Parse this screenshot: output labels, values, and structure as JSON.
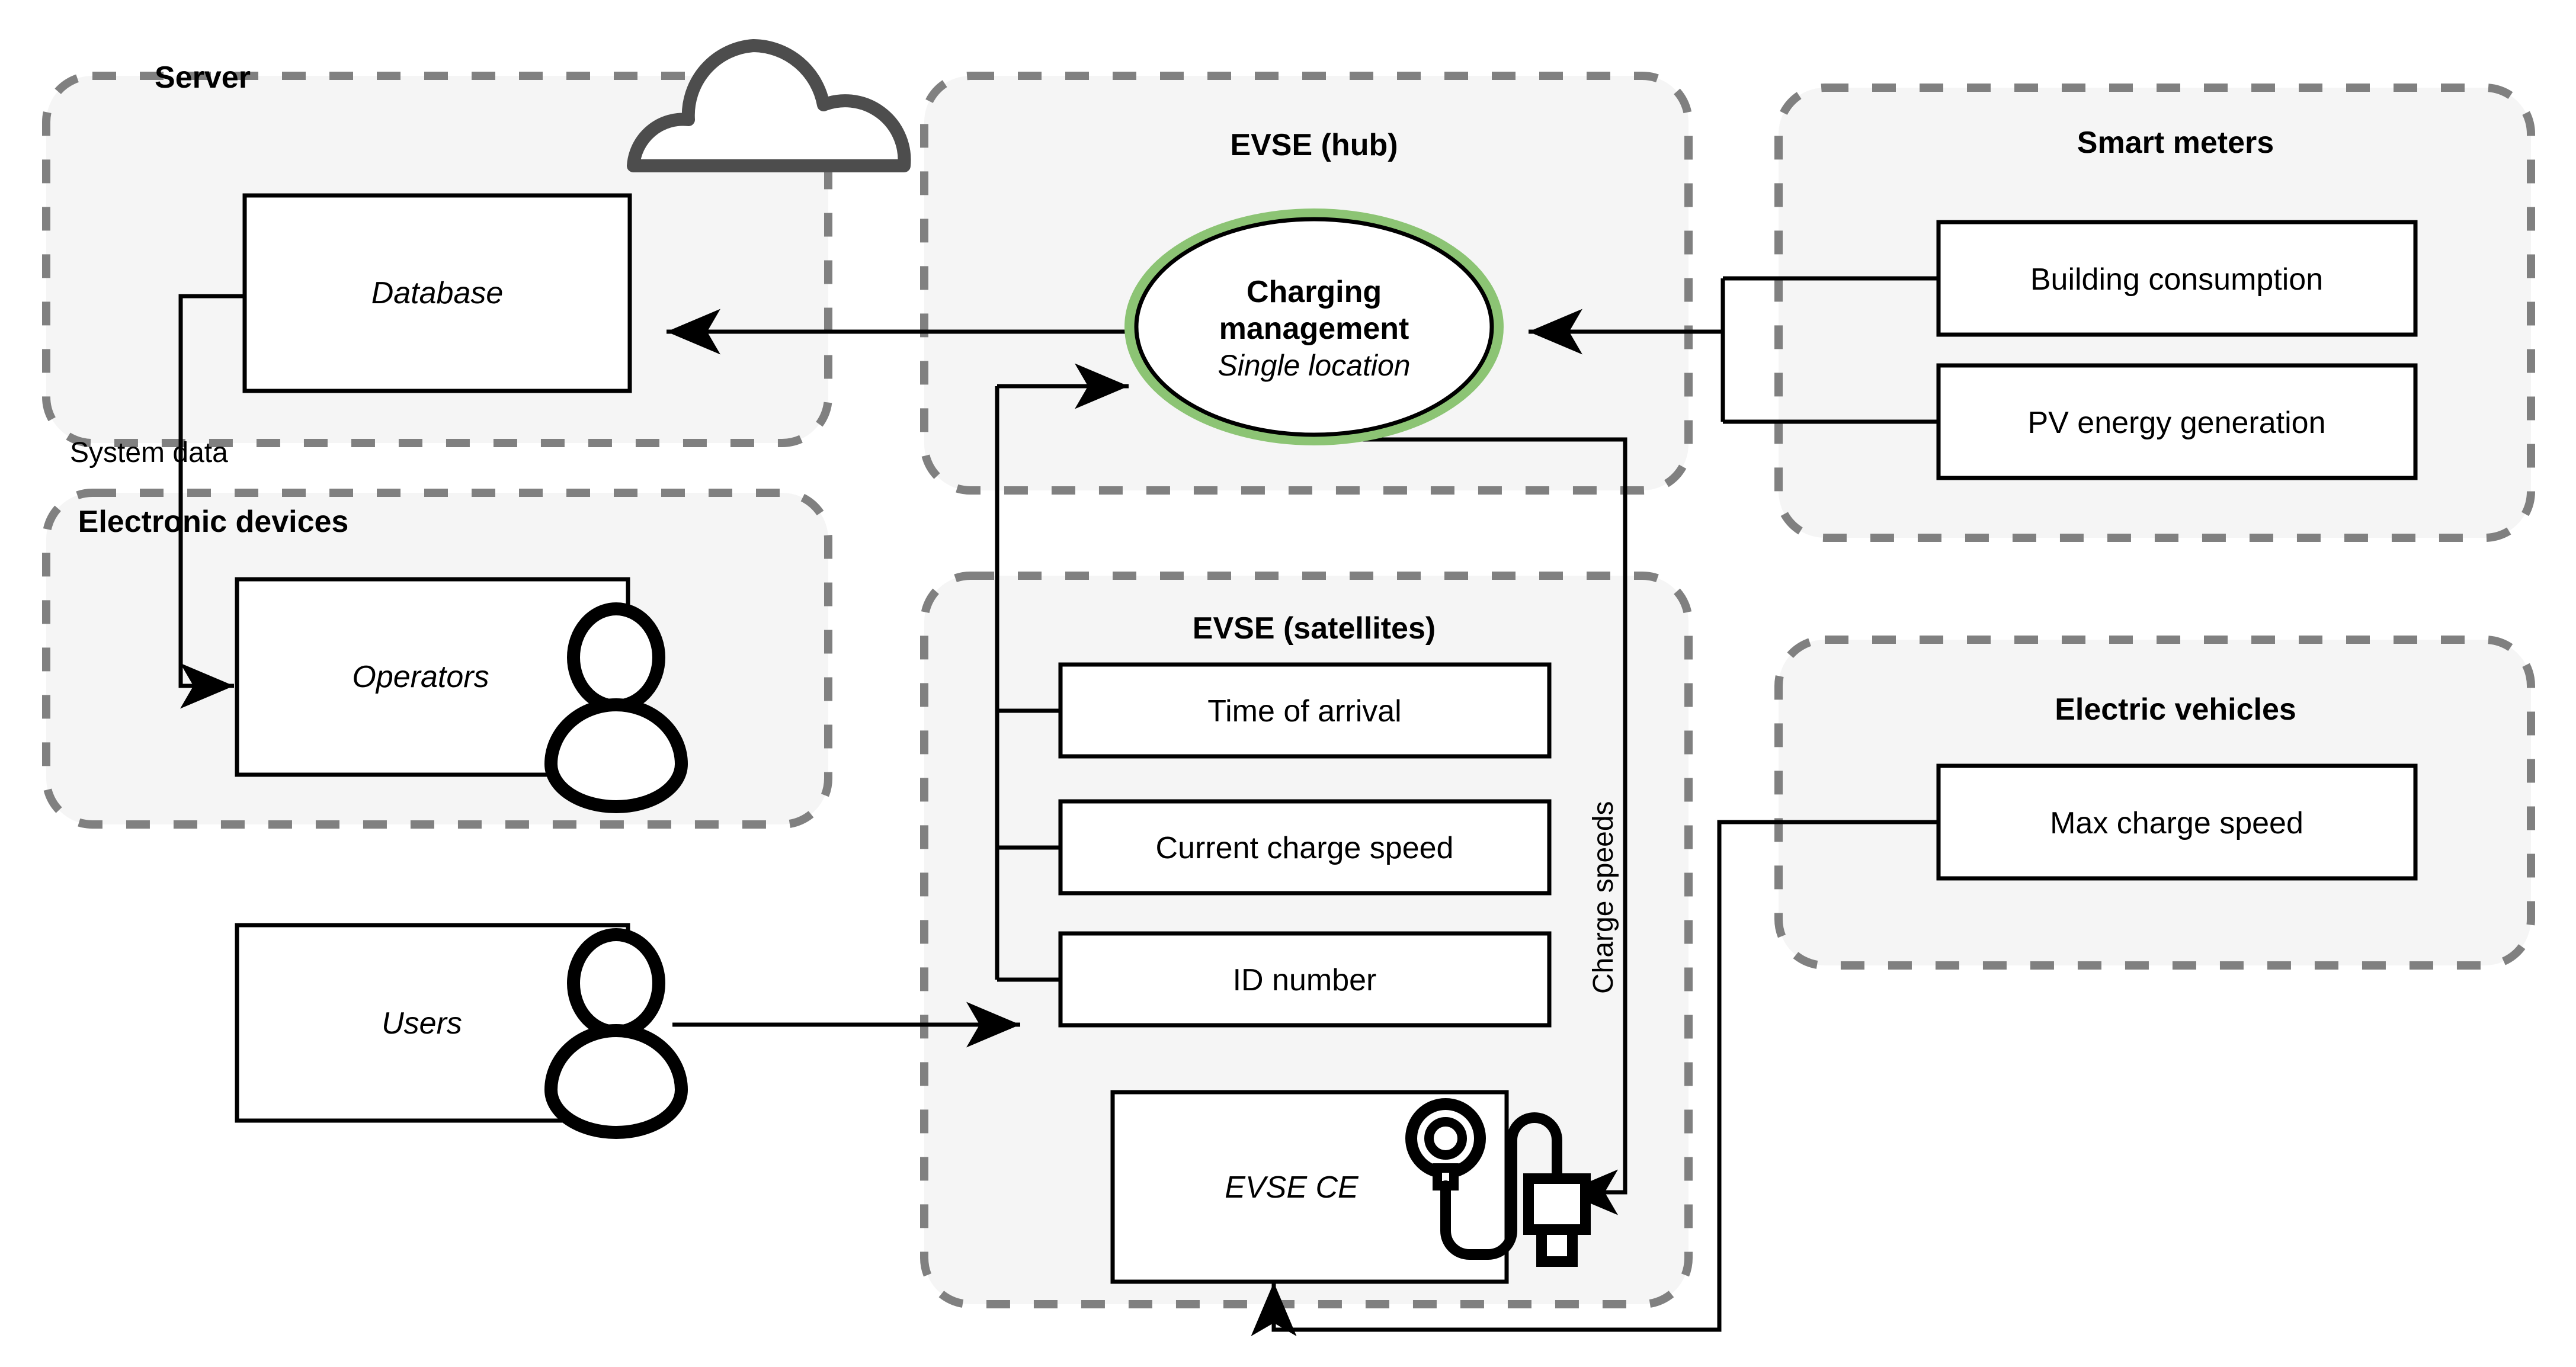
{
  "diagram": {
    "title": "EV charging system architecture",
    "colors": {
      "group_fill": "#f5f5f5",
      "group_stroke": "#808080",
      "box_fill": "#ffffff",
      "box_stroke": "#000000",
      "accent_green": "#8cc474",
      "cloud_stroke": "#4d4d4d",
      "canvas": "#ffffff"
    }
  },
  "groups": {
    "server": {
      "label": "Server"
    },
    "electronic_devices": {
      "label": "Electronic devices"
    },
    "evse_hub": {
      "label": "EVSE (hub)"
    },
    "evse_satellites": {
      "label": "EVSE (satellites)"
    },
    "smart_meters": {
      "label": "Smart meters"
    },
    "electric_vehicles": {
      "label": "Electric vehicles"
    }
  },
  "nodes": {
    "database": {
      "label": "Database",
      "style": "italic"
    },
    "operators": {
      "label": "Operators",
      "style": "italic",
      "icon": "actor-icon"
    },
    "users": {
      "label": "Users",
      "style": "italic",
      "icon": "actor-icon"
    },
    "charging_management": {
      "label_line1": "Charging",
      "label_line2": "management",
      "sublabel": "Single location",
      "shape": "ellipse",
      "accent": "#8cc474"
    },
    "time_of_arrival": {
      "label": "Time of arrival"
    },
    "current_charge_speed": {
      "label": "Current charge speed"
    },
    "id_number": {
      "label": "ID number"
    },
    "evse_ce": {
      "label": "EVSE CE",
      "style": "italic",
      "icon": "ev-charger-icon"
    },
    "building_consumption": {
      "label": "Building consumption"
    },
    "pv_energy_generation": {
      "label": "PV energy generation"
    },
    "max_charge_speed": {
      "label": "Max charge speed"
    },
    "cloud": {
      "icon": "cloud-icon"
    }
  },
  "edges": {
    "system_data": {
      "label": "System data",
      "from": "database",
      "to": "operators"
    },
    "charge_speeds": {
      "label": "Charge speeds",
      "from": "charging_management",
      "to": "evse_ce",
      "rotated": true
    },
    "hub_to_database": {
      "label": "",
      "from": "charging_management",
      "to": "database"
    },
    "meters_to_hub": {
      "label": "",
      "from": "smart_meters",
      "to": "charging_management"
    },
    "satellites_to_hub": {
      "label": "",
      "from": "evse_satellites",
      "to": "charging_management"
    },
    "users_to_id": {
      "label": "",
      "from": "users",
      "to": "id_number"
    },
    "ev_to_evse_ce": {
      "label": "",
      "from": "max_charge_speed",
      "to": "evse_ce"
    }
  }
}
